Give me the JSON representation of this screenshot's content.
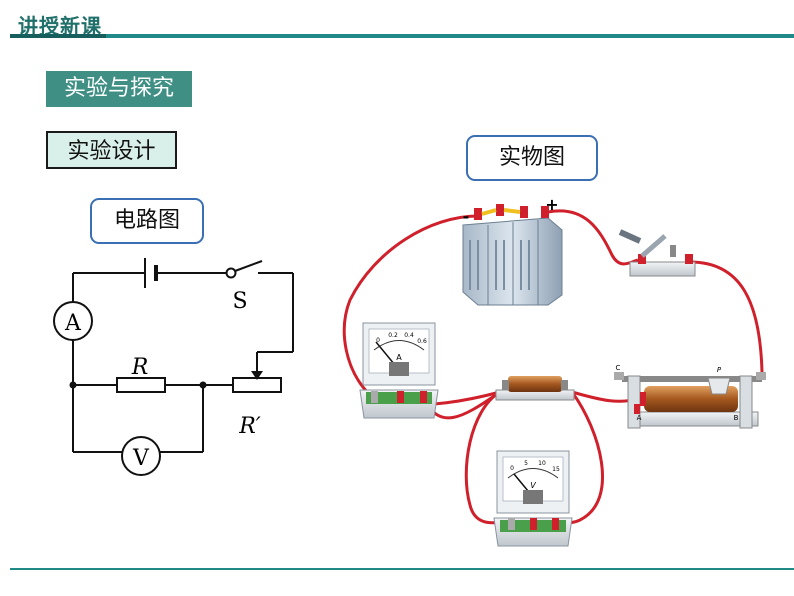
{
  "header": {
    "title": "讲授新课"
  },
  "section": {
    "label": "实验与探究"
  },
  "design": {
    "label": "实验设计"
  },
  "circuit": {
    "caption": "电路图",
    "ammeter_symbol": "A",
    "voltmeter_symbol": "V",
    "switch_label": "S",
    "resistor_label": "R",
    "rheostat_label": "R′"
  },
  "real_photo": {
    "caption": "实物图",
    "battery_plus": "+",
    "battery_minus": "-",
    "ammeter_face": "A",
    "voltmeter_face": "V",
    "rheostat_p": "P",
    "rheostat_c": "C",
    "rheostat_a": "A",
    "rheostat_b": "B",
    "ammeter_scale": [
      "0",
      "0.2",
      "0.4",
      "0.6"
    ],
    "voltmeter_scale": [
      "0",
      "5",
      "10",
      "15"
    ]
  },
  "colors": {
    "teal": "#1f8a88",
    "wire_red": "#d0202b",
    "box_blue": "#3b6fb4"
  }
}
